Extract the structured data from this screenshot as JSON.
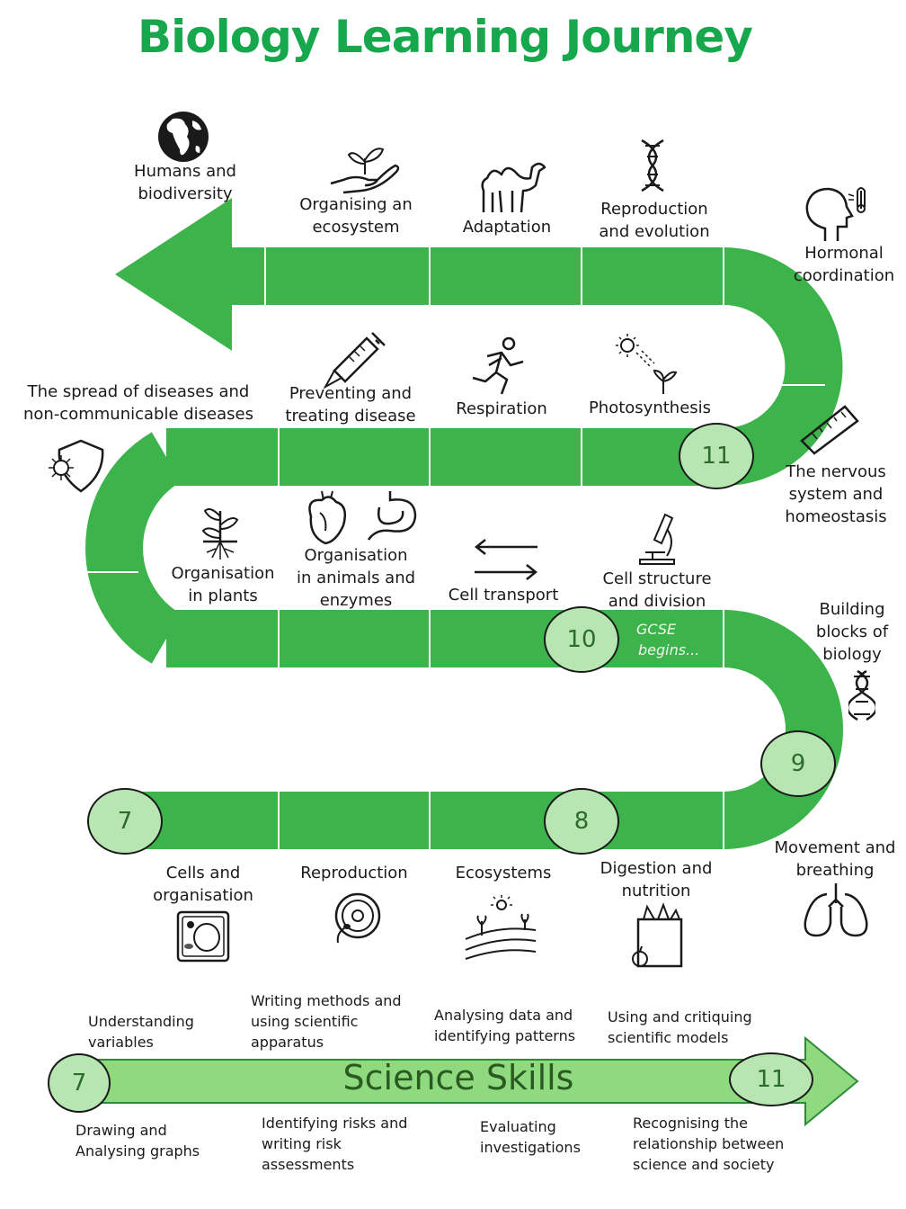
{
  "title": "Biology Learning Journey",
  "colors": {
    "road": "#3cb44b",
    "title": "#17a74d",
    "year_circle": "#b7e6b2",
    "skills_arrow": "#8fd97f"
  },
  "years": {
    "y7": "7",
    "y8": "8",
    "y9": "9",
    "y10": "10",
    "y11": "11"
  },
  "gcse_note": [
    "GCSE",
    "begins..."
  ],
  "topics": {
    "cells_and_organisation": [
      "Cells and",
      "organisation"
    ],
    "reproduction": [
      "Reproduction"
    ],
    "ecosystems": [
      "Ecosystems"
    ],
    "digestion_and_nutrition": [
      "Digestion and",
      "nutrition"
    ],
    "movement_and_breathing": [
      "Movement and",
      "breathing"
    ],
    "building_blocks": [
      "Building",
      "blocks of",
      "biology"
    ],
    "cell_structure": [
      "Cell structure",
      "and division"
    ],
    "cell_transport": [
      "Cell transport"
    ],
    "organisation_animals": [
      "Organisation",
      "in animals and",
      "enzymes"
    ],
    "organisation_plants": [
      "Organisation",
      "in plants"
    ],
    "spread_of_diseases": [
      "The spread of diseases and",
      "non-communicable diseases"
    ],
    "preventing_disease": [
      "Preventing and",
      "treating disease"
    ],
    "respiration": [
      "Respiration"
    ],
    "photosynthesis": [
      "Photosynthesis"
    ],
    "nervous_system": [
      "The nervous",
      "system and",
      "homeostasis"
    ],
    "hormonal_coordination": [
      "Hormonal",
      "coordination"
    ],
    "reproduction_evolution": [
      "Reproduction",
      "and evolution"
    ],
    "adaptation": [
      "Adaptation"
    ],
    "organising_ecosystem": [
      "Organising an",
      "ecosystem"
    ],
    "humans_biodiversity": [
      "Humans and",
      "biodiversity"
    ]
  },
  "icons": {
    "cells_and_organisation": "plant-cell-icon",
    "reproduction": "egg-cell-icon",
    "ecosystems": "landscape-icon",
    "digestion_and_nutrition": "grocery-bag-icon",
    "movement_and_breathing": "lungs-icon",
    "building_blocks": "dna-icon",
    "cell_structure": "microscope-icon",
    "cell_transport": "arrows-icon",
    "organisation_animals": "heart-stomach-icon",
    "organisation_plants": "plant-roots-icon",
    "spread_of_diseases": "virus-shield-icon",
    "preventing_disease": "syringe-icon",
    "respiration": "runner-icon",
    "photosynthesis": "sun-sprout-icon",
    "nervous_system": "ruler-icon",
    "hormonal_coordination": "head-thermometer-icon",
    "reproduction_evolution": "dna-icon",
    "adaptation": "camel-icon",
    "organising_ecosystem": "hand-sprout-icon",
    "humans_biodiversity": "globe-icon"
  },
  "science_skills": {
    "title": "Science Skills",
    "start_year": "7",
    "end_year": "11",
    "above": [
      [
        "Understanding",
        "variables"
      ],
      [
        "Writing methods and",
        "using scientific",
        "apparatus"
      ],
      [
        "Analysing data and",
        "identifying patterns"
      ],
      [
        "Using and critiquing",
        "scientific models"
      ]
    ],
    "below": [
      [
        "Drawing and",
        "Analysing graphs"
      ],
      [
        "Identifying risks and",
        "writing risk",
        "assessments"
      ],
      [
        "Evaluating",
        "investigations"
      ],
      [
        "Recognising the",
        "relationship between",
        "science and society"
      ]
    ]
  }
}
